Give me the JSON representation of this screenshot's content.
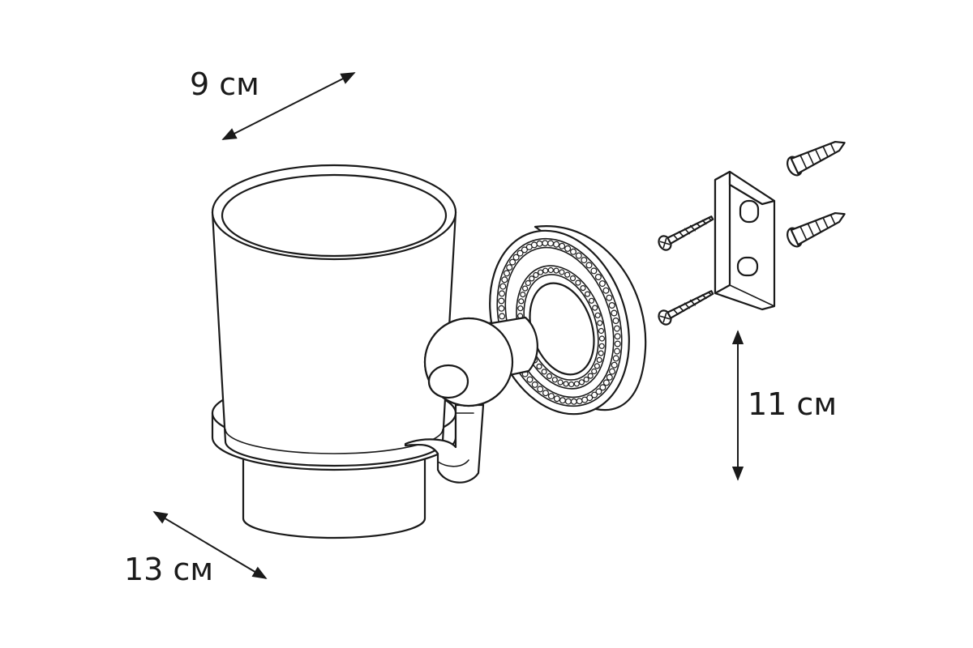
{
  "dimensions": {
    "depth": "9 см",
    "width": "13 см",
    "height": "11 см"
  },
  "colors": {
    "line": "#1a1a1a",
    "background": "#ffffff"
  }
}
